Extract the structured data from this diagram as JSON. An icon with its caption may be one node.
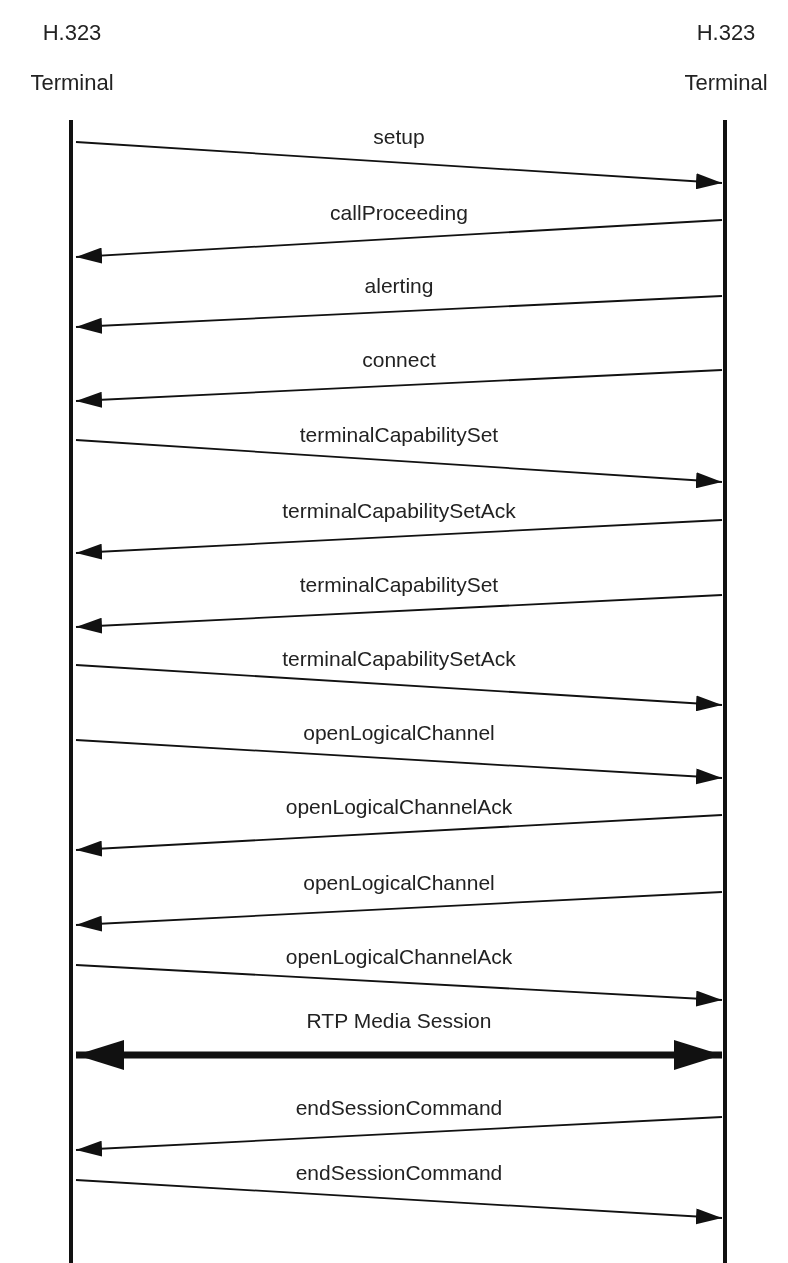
{
  "diagram": {
    "nodes": [
      {
        "text": [
          "H.323 Terminal"
        ]
      },
      {
        "text": [
          "H.323 Terminal"
        ]
      }
    ],
    "edges": [
      {
        "from": 0,
        "to": 1,
        "arrow": "to",
        "label": "setup"
      },
      {
        "from": 1,
        "to": 0,
        "arrow": "to",
        "label": "callProceeding"
      },
      {
        "from": 1,
        "to": 0,
        "arrow": "to",
        "label": "alerting"
      },
      {
        "from": 1,
        "to": 0,
        "arrow": "to",
        "label": "connect"
      },
      {
        "from": 0,
        "to": 1,
        "arrow": "to",
        "label": "terminalCapabilitySet"
      },
      {
        "from": 1,
        "to": 0,
        "arrow": "to",
        "label": "terminalCapabilitySetAck"
      },
      {
        "from": 1,
        "to": 0,
        "arrow": "to",
        "label": "terminalCapabilitySet"
      },
      {
        "from": 0,
        "to": 1,
        "arrow": "to",
        "label": "terminalCapabilitySetAck"
      },
      {
        "from": 0,
        "to": 1,
        "arrow": "to",
        "label": "openLogicalChannel"
      },
      {
        "from": 1,
        "to": 0,
        "arrow": "to",
        "label": "openLogicalChannelAck"
      },
      {
        "from": 1,
        "to": 0,
        "arrow": "to",
        "label": "openLogicalChannel"
      },
      {
        "from": 0,
        "to": 1,
        "arrow": "to",
        "label": "openLogicalChannelAck"
      },
      {
        "from": 0,
        "to": 1,
        "arrow": "both",
        "label": "RTP Media Session",
        "style": "thick"
      },
      {
        "from": 1,
        "to": 0,
        "arrow": "to",
        "label": "endSessionCommand"
      },
      {
        "from": 0,
        "to": 1,
        "arrow": "to",
        "label": "endSessionCommand"
      }
    ]
  }
}
